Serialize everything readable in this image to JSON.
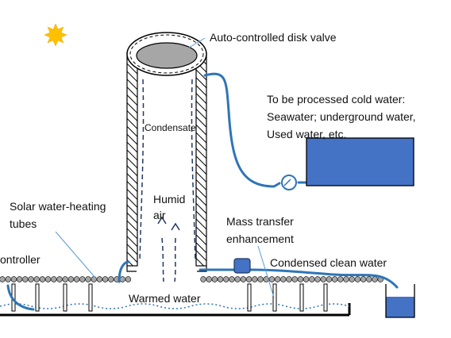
{
  "labels": {
    "valve": "Auto-controlled disk valve",
    "cold_water_line1": "To be processed cold water:",
    "cold_water_line2": "Seawater; underground water,",
    "cold_water_line3": "Used water, etc.",
    "condensate": "Condensate",
    "humid_line1": "Humid",
    "humid_line2": "air",
    "solar_line1": "Solar water-heating",
    "solar_line2": "tubes",
    "controller": "ontroller",
    "mass_line1": "Mass transfer",
    "mass_line2": "enhancement",
    "clean_water": "Condensed clean water",
    "warmed_water": "Warmed water"
  },
  "colors": {
    "pipe": "#2e75b6",
    "tank": "#4472c4",
    "sun": "#ffc000",
    "outline": "#000000"
  },
  "icons": [
    "sun-icon",
    "pump-icon",
    "disk-valve-icon",
    "tube-hatch-icon"
  ]
}
